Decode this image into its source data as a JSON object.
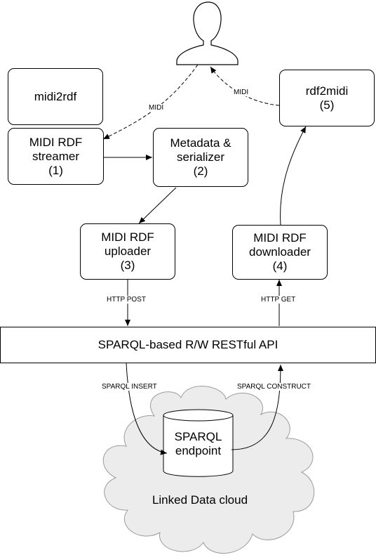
{
  "boxes": {
    "midi2rdf": {
      "lines": [
        "midi2rdf"
      ]
    },
    "streamer": {
      "lines": [
        "MIDI RDF",
        "streamer",
        "(1)"
      ]
    },
    "serializer": {
      "lines": [
        "Metadata &",
        "serializer",
        "(2)"
      ]
    },
    "uploader": {
      "lines": [
        "MIDI RDF",
        "uploader",
        "(3)"
      ]
    },
    "downloader": {
      "lines": [
        "MIDI RDF",
        "downloader",
        "(4)"
      ]
    },
    "rdf2midi": {
      "lines": [
        "rdf2midi",
        "(5)"
      ]
    },
    "api": {
      "lines": [
        "SPARQL-based R/W RESTful API"
      ]
    },
    "endpoint": {
      "lines": [
        "SPARQL",
        "endpoint"
      ]
    }
  },
  "cloud_label": "Linked Data cloud",
  "edge_labels": {
    "midi_left": "MIDI",
    "midi_right": "MIDI",
    "http_post": "HTTP POST",
    "http_get": "HTTP GET",
    "sparql_insert": "SPARQL INSERT",
    "sparql_construct": "SPARQL CONSTRUCT"
  }
}
